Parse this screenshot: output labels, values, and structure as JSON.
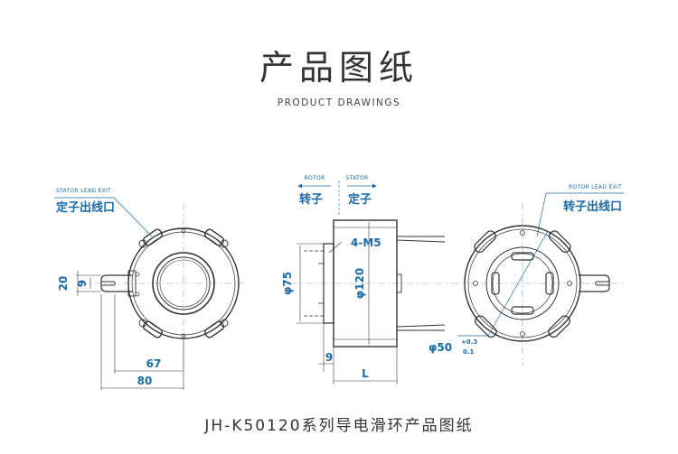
{
  "header": {
    "title_cn": "产品图纸",
    "title_en": "PRODUCT DRAWINGS"
  },
  "footer": {
    "caption": "JH-K50120系列导电滑环产品图纸"
  },
  "labels": {
    "stator_lead_exit_en": "STATOR LEAD EXIT",
    "stator_lead_exit_cn": "定子出线口",
    "rotor_lead_exit_en": "ROTOR LEAD EXIT",
    "rotor_lead_exit_cn": "转子出线口",
    "rotor_en": "ROTOR",
    "rotor_cn": "转子",
    "stator_en": "STATOR",
    "stator_cn": "定子"
  },
  "dimensions": {
    "d20": "20",
    "d9_left": "9",
    "d67": "67",
    "d80": "80",
    "holes": "4-M5",
    "phi75": "φ75",
    "phi120": "φ120",
    "d9_side": "9",
    "L": "L",
    "phi50": "φ50",
    "phi50_tol_upper": "+0.3",
    "phi50_tol_lower": "0.1"
  },
  "colors": {
    "line": "#333333",
    "annotation": "#1a6aa8",
    "centerline": "#7fa6c9"
  }
}
